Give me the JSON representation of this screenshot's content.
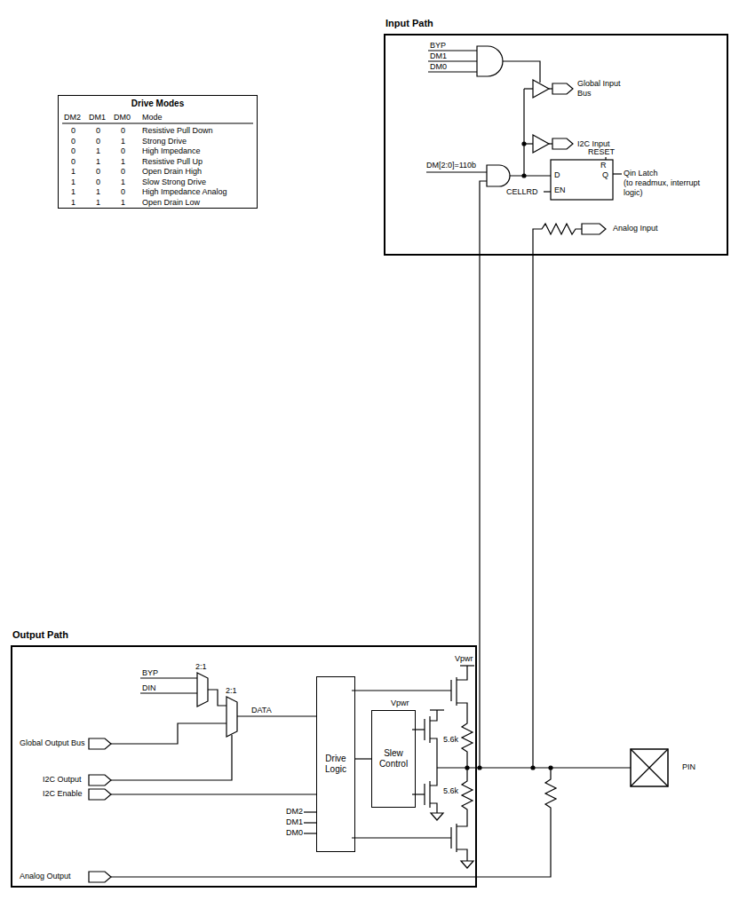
{
  "diagram": {
    "nodes": [
      {
        "text": [
          "Drive Modes"
        ]
      },
      {
        "text": [
          "Input Path"
        ]
      },
      {
        "text": [
          "Output Path"
        ]
      },
      {
        "text": [
          "Drive Logic"
        ],
        "in": 2
      },
      {
        "text": [
          "Slew Control"
        ],
        "in": 2
      }
    ],
    "edges": [
      {
        "from": 3,
        "to": 4,
        "arrow": "none"
      }
    ],
    "labels": [
      "DM2",
      "DM1",
      "DM0",
      "Mode",
      "0",
      "0",
      "0",
      "Resistive Pull Down",
      "0",
      "0",
      "1",
      "Strong Drive",
      "0",
      "1",
      "0",
      "High Impedance",
      "0",
      "1",
      "1",
      "Resistive Pull Up",
      "1",
      "0",
      "0",
      "Open Drain High",
      "1",
      "0",
      "1",
      "Slow Strong Drive",
      "1",
      "1",
      "0",
      "High Impedance Analog",
      "1",
      "1",
      "1",
      "Open Drain Low",
      "BYP",
      "DM1",
      "DM0",
      "Global Input Bus",
      "I2C Input",
      "DM[2:0]=110b",
      "RESET",
      "R",
      "D",
      "Q",
      "EN",
      "CELLRD",
      "Qin Latch",
      "(to readmux, interrupt logic)",
      "Analog Input",
      "BYP",
      "DIN",
      "2:1",
      "2:1",
      "DATA",
      "Global Output Bus",
      "I2C Output",
      "I2C Enable",
      "DM2",
      "DM1",
      "DM0",
      "Vpwr",
      "Vpwr",
      "5.6k",
      "5.6k",
      "Analog Output",
      "PIN"
    ]
  }
}
